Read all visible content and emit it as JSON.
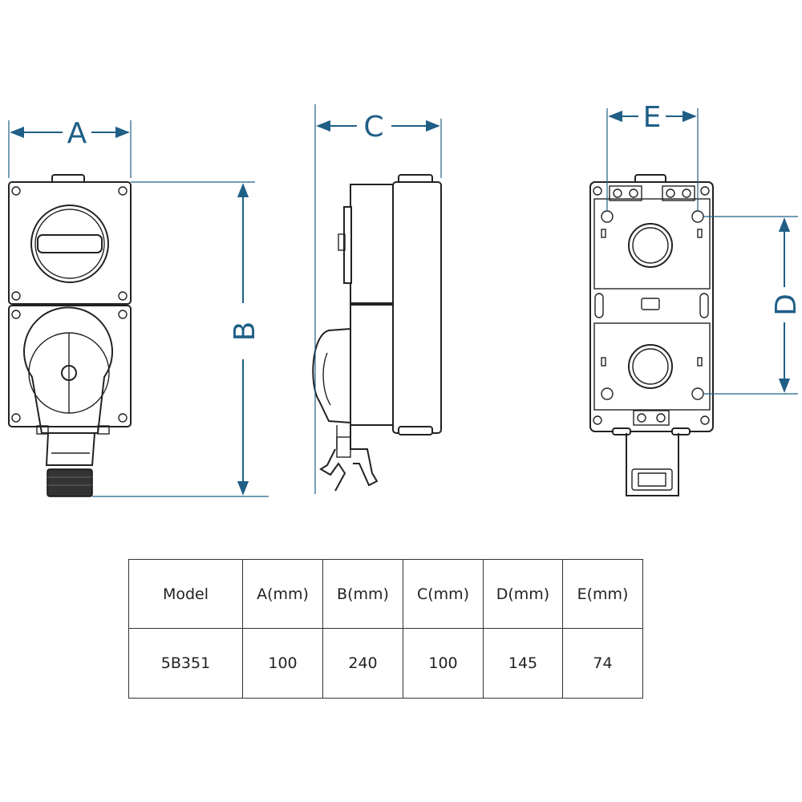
{
  "diagram": {
    "dimension_labels": {
      "A": "A",
      "B": "B",
      "C": "C",
      "D": "D",
      "E": "E"
    },
    "line_color": "#222222",
    "dimension_color": "#1f5f86"
  },
  "table": {
    "headers": [
      "Model",
      "A(mm)",
      "B(mm)",
      "C(mm)",
      "D(mm)",
      "E(mm)"
    ],
    "rows": [
      [
        "5B351",
        "100",
        "240",
        "100",
        "145",
        "74"
      ]
    ]
  }
}
